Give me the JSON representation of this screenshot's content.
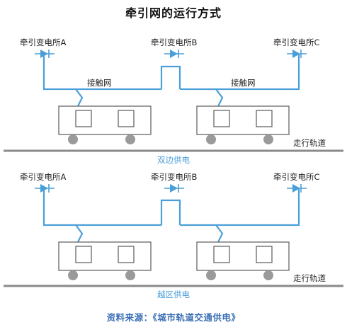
{
  "title": "牵引网的运行方式",
  "colors": {
    "wire": "#4a9fd8",
    "train_stroke": "#666666",
    "wheel": "#9a9a9a",
    "rail": "#8a8a8a",
    "caption": "#4a9fd8",
    "source": "#3a6fb5"
  },
  "diagrams": [
    {
      "substations": [
        "牵引变电所A",
        "牵引变电所B",
        "牵引变电所C"
      ],
      "catenary_labels": [
        "接触网",
        "接触网"
      ],
      "track_label": "走行轨道",
      "caption": "双边供电"
    },
    {
      "substations": [
        "牵引变电所A",
        "牵引变电所B",
        "牵引变电所C"
      ],
      "track_label": "走行轨道",
      "caption": "越区供电"
    }
  ],
  "source": "资料来源：《城市轨道交通供电》"
}
